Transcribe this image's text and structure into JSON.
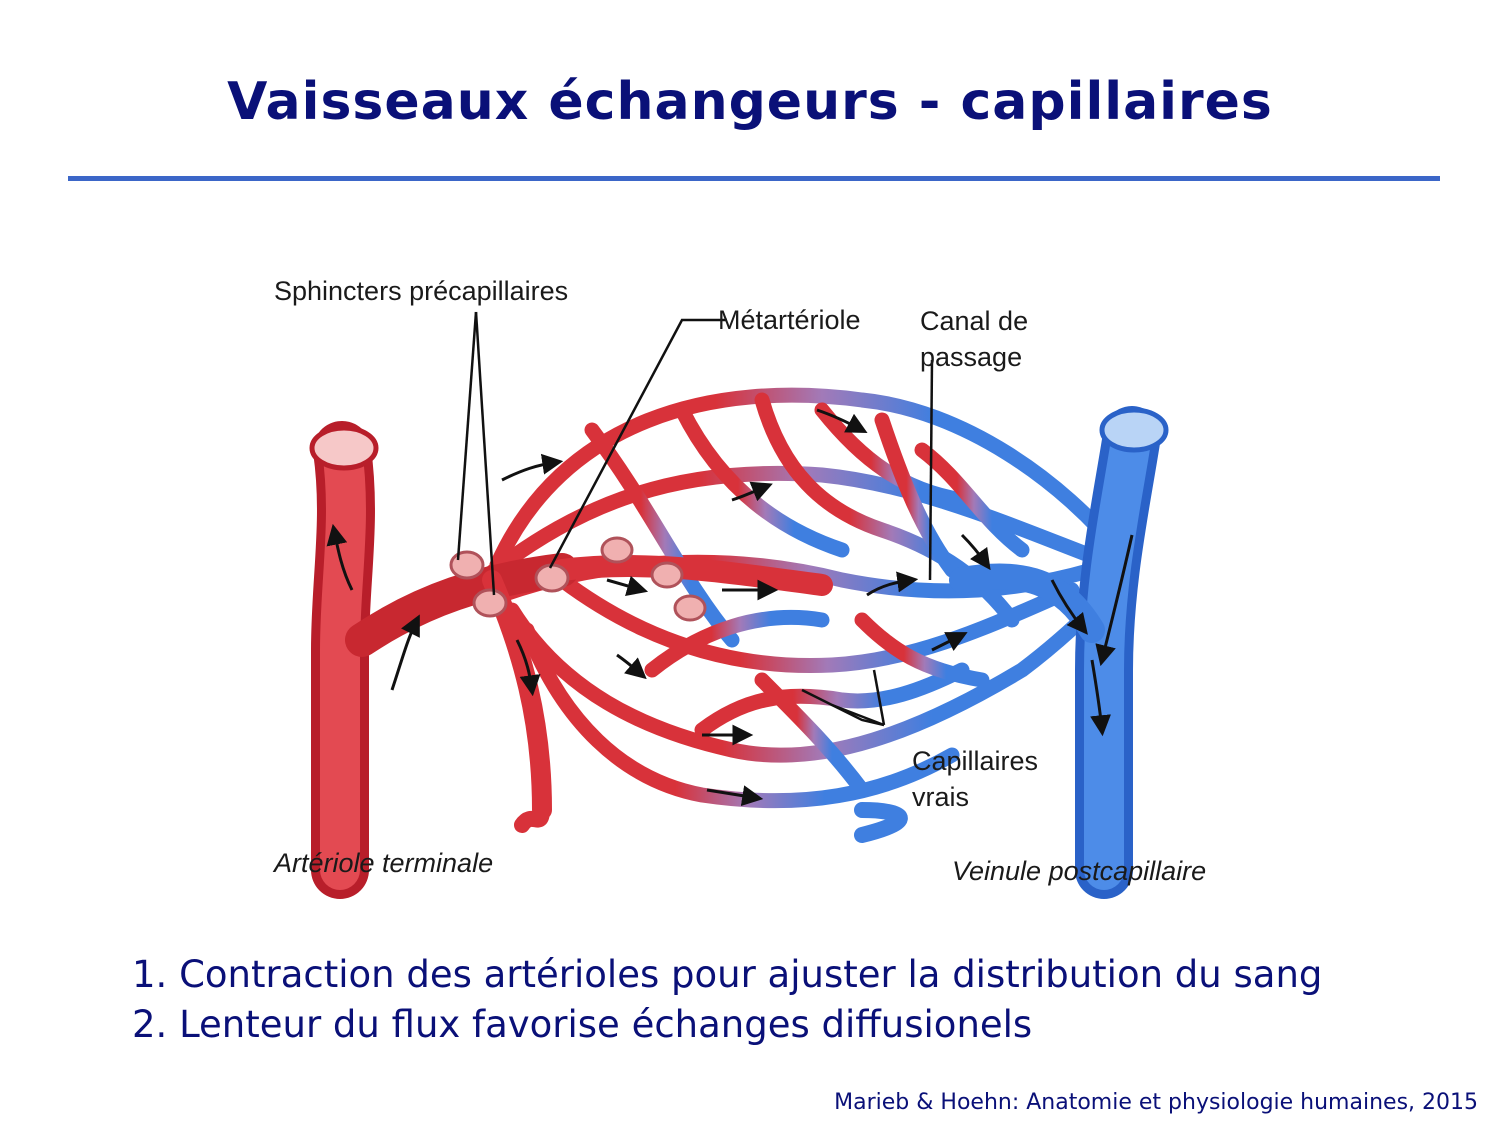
{
  "slide": {
    "title": "Vaisseaux échangeurs - capillaires",
    "accent_color": "#3b66c8",
    "text_color": "#0a1078"
  },
  "figure": {
    "labels": {
      "sphincters": "Sphincters précapillaires",
      "metarteriole": "Métartériole",
      "canal_line1": "Canal de",
      "canal_line2": "passage",
      "capillaires_line1": "Capillaires",
      "capillaires_line2": "vrais",
      "arteriole": "Artériole terminale",
      "veinule": "Veinule postcapillaire"
    },
    "colors": {
      "arterial": "#d8323a",
      "venous": "#3f7fe0",
      "mixed": "#a27ab8"
    }
  },
  "points": [
    "1. Contraction des artérioles pour ajuster la distribution du sang",
    "2. Lenteur du flux favorise échanges diffusionels"
  ],
  "citation": "Marieb & Hoehn: Anatomie et physiologie humaines, 2015"
}
